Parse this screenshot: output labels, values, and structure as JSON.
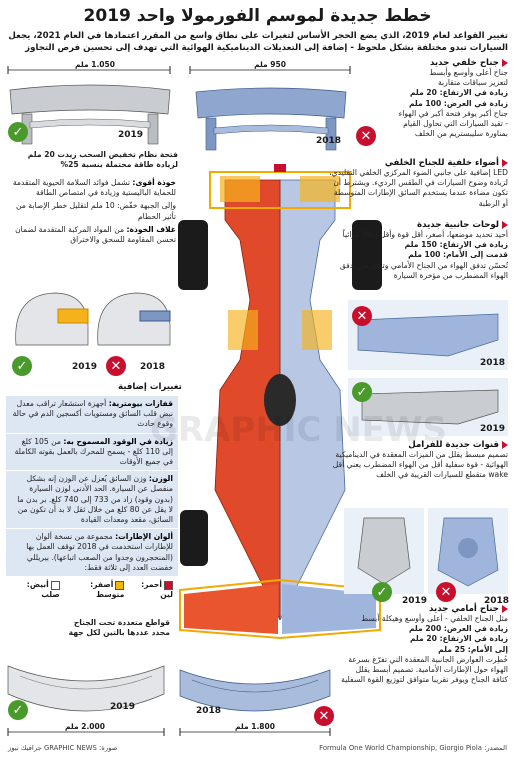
{
  "title": "خطط جديدة لموسم الفورمولا واحد 2019",
  "intro": "تغيير القواعد لعام 2019، الذي يضع الحجر الأساس لتغيرات على نطاق واسع من المقرر اعتمادها في العام 2021، يجعل السيارات تبدو مختلفة بشكل ملحوظ - إضافة إلى التعديلات الديناميكية الهوائية التي تهدف إلى تحسين فرص التجاوز",
  "rear_wing": {
    "width_2019": "1.050 ملم",
    "width_2018": "950 ملم",
    "year_2019": "2019",
    "year_2018": "2018",
    "heading": "جناح خلفي جديد",
    "lines": [
      "جناح أعلى وأوسع وأبسط",
      "لتعزيز سباقات متقاربة",
      "زيادة في الارتفاع: 20 ملم",
      "زيادة في العرض: 100 ملم",
      "جناح أكبر يوفر فتحة أكبر في الهواء",
      "- تقيد السيارات التي تحاول القيام",
      "بمناورة سليبستريم من الخلف"
    ],
    "drs_note": "فتحة نظام تخفيض السحب زيدت 20 ملم لزيادة طاقة محتملة بنسبة 25%"
  },
  "rear_lights": {
    "heading": "أضواء خلفية للجناح الخلفي",
    "text": "LED إضافية على جانبي الضوء المركزي الخلفي التقليدي، لزيادة وضوح السيارات في الطقس الرديء. ويشترط أن تكون مضاءة عندما يستخدم السائق الإطارات المتوسطة أو الرطبة"
  },
  "barge_boards": {
    "heading": "لوحات جانبية جديدة",
    "text": "أحيد تحديد موضعها، أصغر، أقل قوة وأقل إخلالاً هوائياً",
    "lines": [
      "زيادة في الارتفاع: 150 ملم",
      "قدمت إلى الأمام: 100 ملم",
      "تُحسّن تدفق الهواء من الجناح الأمامي وتقلل من تدفق الهواء المضطرب من مؤخرة السيارة"
    ],
    "year_2019": "2019",
    "year_2018": "2018"
  },
  "brake_ducts": {
    "heading": "قنوات جديدة للفرامل",
    "text": "تصميم مبسط يقلل من الميزات المعقدة في الديناميكية الهوائية - قوة سفلية أقل من الهواء المضطرب يعني أقل wake متقطع للسيارات القريبة في الخلف",
    "year_2019": "2019",
    "year_2018": "2018"
  },
  "front_wing": {
    "heading": "جناح أمامي جديد",
    "lines": [
      "مثل الجناح الخلفي - أعلى وأوسع وهيكلة أبسط",
      "زيادة في العرض: 200 ملم",
      "زيادة في الارتفاع: 20 ملم",
      "إلى الأمام: 25 ملم",
      "خُطِرت العوارض الجانبية المعقدة التي تفرّغ بسرعة الهواء حول الإطارات الأمامية. تصميم أبسط يقلل كثافة الجناح ويوفر تقريبا متوافق لتوزيع القوة السفلية"
    ],
    "width_2019": "2.000 ملم",
    "width_2018": "1.800 ملم",
    "year_2019": "2019",
    "year_2018": "2018",
    "endplate_note": "قواطع متعددة تحت الجناح محدد عددها بالتين لكل جهة"
  },
  "helmet": {
    "year_2019": "2019",
    "year_2018": "2018",
    "visor_heading": "خوذة أقوى:",
    "visor_text": "تشمل فوائد السلامة الحيوية المتقدمة للحماية الباليستية وزيادة في امتصاص الطاقة",
    "visor2_text": "وإلى الجبهة خفّض: 10 ملم لتقليل خطر الإصابة من تأثير الحطام",
    "shell_heading": "غلاف الخوذة:",
    "shell_text": "من المواد المركبة المتقدمة لضمان تحسن المقاومة للسحق والاختراق"
  },
  "extra": {
    "heading": "تغييرات إضافية",
    "items": [
      {
        "label": "قفازات بيومترية:",
        "text": "أجهزة استشعار تراقب معدل نبض قلب السائق ومستويات أكسجين الدم في حالة وقوع حادث"
      },
      {
        "label": "زيادة في الوقود المسموح به:",
        "text": "من 105 كلغ إلى 110 كلغ - يسمح للمحرك بالعمل بقوته الكاملة في جميع الأوقات"
      },
      {
        "label": "الوزن:",
        "text": "وزن السائق يُعزل عن الوزن إنه بشكل منفصل عن السيارة. الحد الأدنى لوزن السيارة (بدون وقود) زاد من 733 إلى 740 كلغ. بر بدن ما لا يقل عن 80 كلغ من خلال ثقل لا بد أن تكون من السائق، مقعد ومعدات القيادة"
      },
      {
        "label": "ألوان الإطارات:",
        "text": "مجموعة من نسخة ألوان للإطارات استخدمت في 2018 توقف العمل بها (المنحجرون وجدوا من الصعب اتباعها). بيريللي خفضت العدد إلى ثلاثة فقط:"
      }
    ],
    "legend": [
      "أحمر: لين",
      "أصفر: متوسط",
      "أبيض: صلب"
    ],
    "colors": {
      "red": "#c8102e",
      "yellow": "#f2b705",
      "white": "#ffffff"
    }
  },
  "watermark": "GRAPHIC NEWS",
  "footer_source": "المصدر: Formula One World Championship, Giorgio Piola",
  "footer_credit": "صورة: GRAPHIC NEWS جرافيك نيوز"
}
